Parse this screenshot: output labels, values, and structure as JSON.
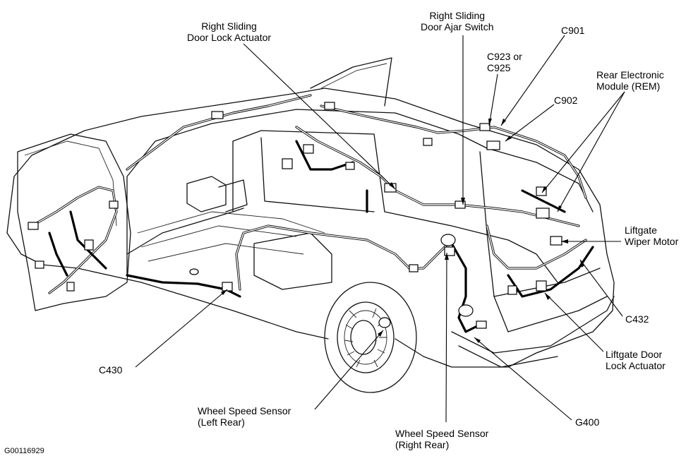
{
  "figure_id": "G00116929",
  "labels": {
    "rs_door_lock": [
      "Right Sliding",
      "Door Lock Actuator"
    ],
    "rs_door_ajar": [
      "Right Sliding",
      "Door Ajar Switch"
    ],
    "c901": "C901",
    "c923": [
      "C923 or",
      "C925"
    ],
    "rem": [
      "Rear Electronic",
      "Module (REM)"
    ],
    "c902": "C902",
    "liftgate_wiper": [
      "Liftgate",
      "Wiper Motor"
    ],
    "c432": "C432",
    "liftgate_lock": [
      "Liftgate Door",
      "Lock Actuator"
    ],
    "g400": "G400",
    "wss_right": [
      "Wheel Speed Sensor",
      "(Right Rear)"
    ],
    "wss_left": [
      "Wheel Speed Sensor",
      "(Left Rear)"
    ],
    "c430": "C430"
  }
}
